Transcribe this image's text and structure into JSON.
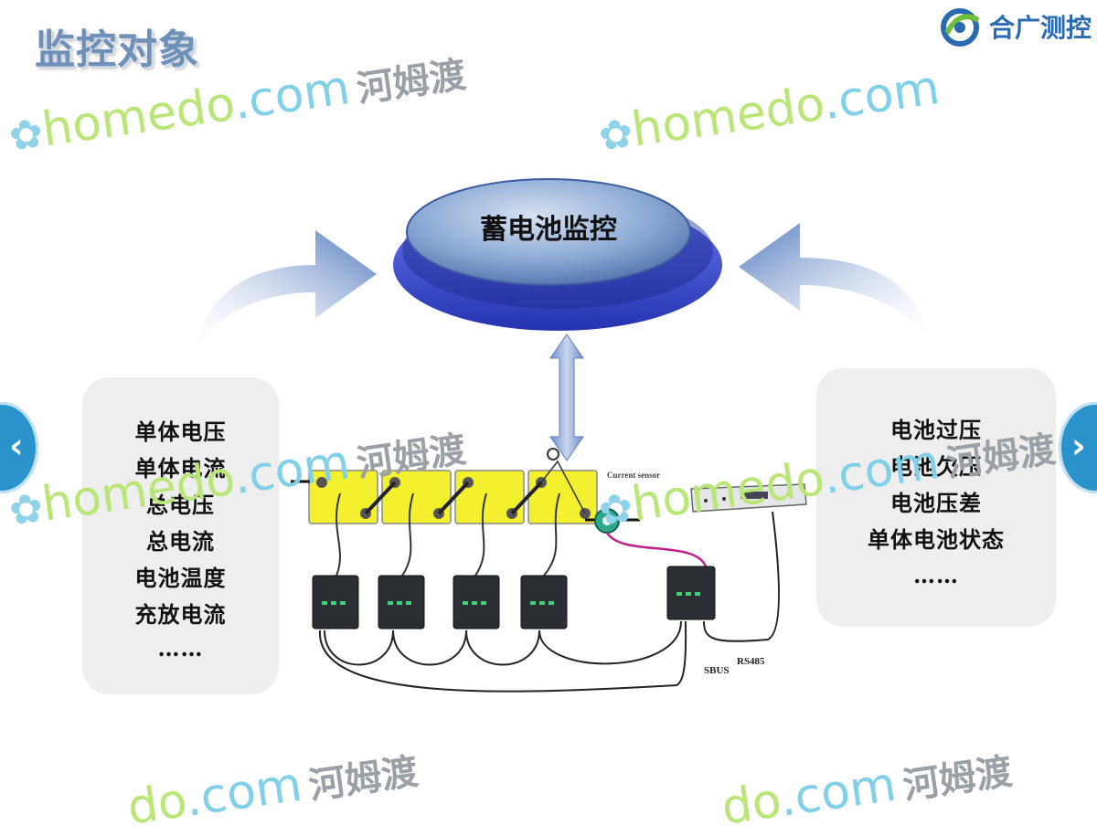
{
  "header": {
    "title": "监控对象",
    "logo_text": "合广测控"
  },
  "hub": {
    "label": "蓄电池监控"
  },
  "left_panel": {
    "items": [
      "单体电压",
      "单体电流",
      "总电压",
      "总电流",
      "电池温度",
      "充放电流",
      "……"
    ]
  },
  "right_panel": {
    "items": [
      "电池过压",
      "电池欠压",
      "电池压差",
      "单体电池状态",
      "……"
    ]
  },
  "diagram": {
    "current_sensor_label": "Current sensor",
    "sbus_label": "SBUS",
    "rs485_label": "RS485"
  },
  "watermark": {
    "brand_en_a": "home",
    "brand_en_b": "do",
    "brand_domain": ".com",
    "brand_cn": "河姆渡"
  },
  "nav": {
    "prev_glyph": "‹",
    "next_glyph": "›"
  },
  "colors": {
    "title": "#6f90b8",
    "hub_rim": "#4a5cd0",
    "battery": "#f3f12e",
    "nav_button": "#2b93cc",
    "panel_bg": "#eeeeee"
  }
}
